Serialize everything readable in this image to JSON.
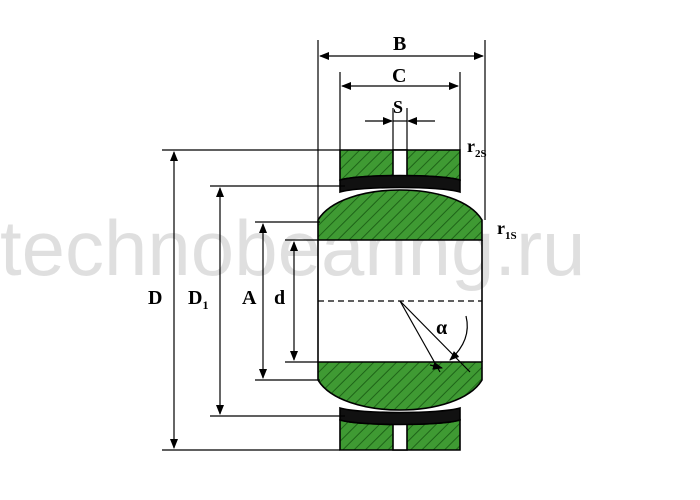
{
  "watermark": "technobearing.ru",
  "labels": {
    "B": "B",
    "C": "C",
    "S": "S",
    "r2s_main": "r",
    "r2s_sub": "2S",
    "r1s_main": "r",
    "r1s_sub": "1S",
    "D": "D",
    "D1_main": "D",
    "D1_sub": "1",
    "A": "A",
    "d": "d",
    "alpha": "α"
  },
  "colors": {
    "fill": "#3f9a33",
    "hatch": "#1e6418",
    "seal": "#111111",
    "line": "#000000"
  }
}
